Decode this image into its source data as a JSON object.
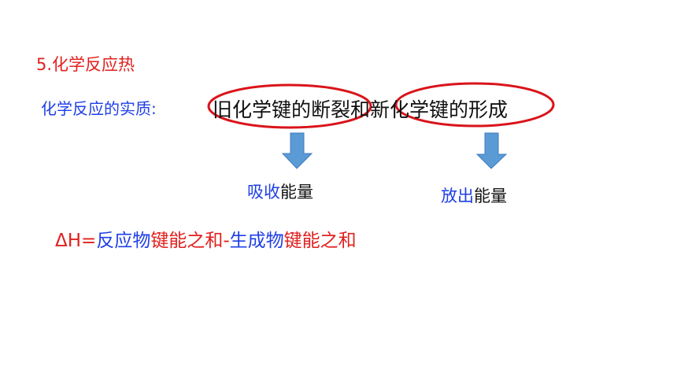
{
  "heading": "5.化学反应热",
  "essence": {
    "label": "化学反应的实质:",
    "text": "旧化学键的断裂和新化学键的形成"
  },
  "absorb": {
    "verb": "吸收",
    "noun": "能量"
  },
  "release": {
    "verb": "放出",
    "noun": "能量"
  },
  "formula": {
    "prefix": "ΔH=",
    "part1": "反应物",
    "part2": "键能之和",
    "minus": "-",
    "part3": "生成物",
    "part4": "键能之和"
  },
  "colors": {
    "red": "#e0201e",
    "blue": "#1f3fe6",
    "arrow": "#5b9bd5"
  },
  "icons": [
    "down-arrow-icon",
    "down-arrow-icon",
    "ellipse-highlight",
    "ellipse-highlight"
  ]
}
